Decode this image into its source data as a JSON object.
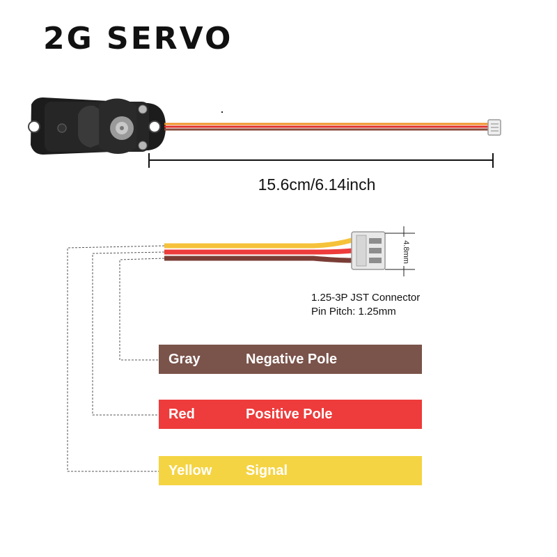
{
  "title": "2G SERVO",
  "cable_length": "15.6cm/6.14inch",
  "connector": {
    "name": "1.25-3P JST Connector",
    "pitch": "Pin Pitch: 1.25mm",
    "width": "4.8mm"
  },
  "wires": [
    {
      "color": "Gray",
      "function": "Negative Pole",
      "swatch": "#7a534a"
    },
    {
      "color": "Red",
      "function": "Positive Pole",
      "swatch": "#ee3b3b"
    },
    {
      "color": "Yellow",
      "function": "Signal",
      "swatch": "#f5d443"
    }
  ],
  "colors": {
    "wire_orange": "#f0932a",
    "wire_red": "#e0302a",
    "wire_brown": "#8a4a3a",
    "servo_body": "#1c1c1c"
  }
}
